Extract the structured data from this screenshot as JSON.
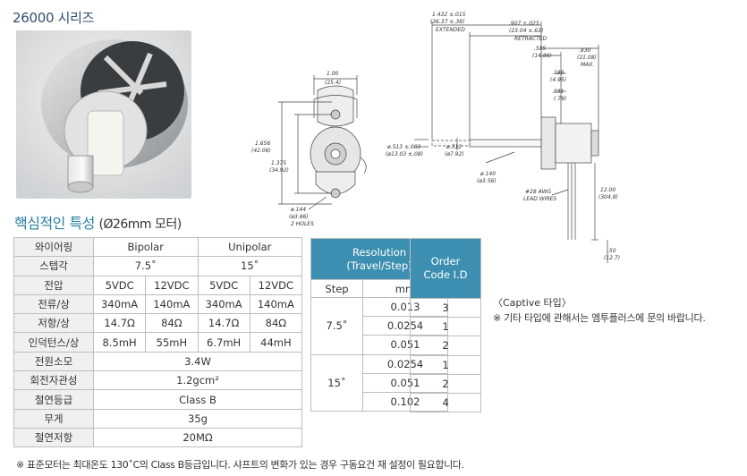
{
  "series_title": "26000 시리즈",
  "section": {
    "title": "핵심적인 특성",
    "subtitle": "(Ø26mm 모터)"
  },
  "spec": {
    "rows": {
      "wiring": {
        "label": "와이어링",
        "bipolar": "Bipolar",
        "unipolar": "Unipolar"
      },
      "step_angle": {
        "label": "스텝각",
        "bipolar": "7.5˚",
        "unipolar": "15˚"
      },
      "voltage": {
        "label": "전압",
        "v": [
          "5VDC",
          "12VDC",
          "5VDC",
          "12VDC"
        ]
      },
      "current": {
        "label": "전류/상",
        "v": [
          "340mA",
          "140mA",
          "340mA",
          "140mA"
        ]
      },
      "resistance": {
        "label": "저항/상",
        "v": [
          "14.7Ω",
          "84Ω",
          "14.7Ω",
          "84Ω"
        ]
      },
      "inductance": {
        "label": "인덕턴스/상",
        "v": [
          "8.5mH",
          "55mH",
          "6.7mH",
          "44mH"
        ]
      },
      "power": {
        "label": "전원소모",
        "value": "3.4W"
      },
      "inertia": {
        "label": "회전자관성",
        "value": "1.2gcm²"
      },
      "insulation_class": {
        "label": "절연등급",
        "value": "Class B"
      },
      "weight": {
        "label": "무게",
        "value": "35g"
      },
      "insulation_resistance": {
        "label": "절연저항",
        "value": "20MΩ"
      }
    }
  },
  "resolution": {
    "header": "Resolution",
    "header2": "(Travel/Step)",
    "col_step": "Step",
    "col_mm": "mm",
    "groups": [
      {
        "step": "7.5˚",
        "mm": [
          "0.013",
          "0.0254",
          "0.051"
        ]
      },
      {
        "step": "15˚",
        "mm": [
          "0.0254",
          "0.051",
          "0.102"
        ]
      }
    ],
    "order_header": "Order",
    "order_header2": "Code I.D",
    "order_codes": [
      "3",
      "1",
      "2",
      "1",
      "2",
      "4"
    ]
  },
  "captive": {
    "title": "〈Captive 타입〉",
    "note": "※ 기타 타입에 관해서는 엠투플러스에 문의 바랍니다."
  },
  "footnote": "※ 표준모터는 최대온도 130˚C의 Class B등급입니다. 샤프트의 변화가 있는 경우 구동요건 재 설정이 필요합니다.",
  "drawing": {
    "dim_1432": "1.432 ±.015",
    "dim_1432_mm": "(36.37 ±.38)",
    "extended": "EXTENDED",
    "dim_907": ".907 ±.025",
    "dim_907_mm": "(23.04 ±.63)",
    "retracted": "RETRACTED",
    "dim_830": ".830",
    "dim_830_mm": "(21.08)",
    "max": "MAX.",
    "dim_585": ".585",
    "dim_585_mm": "(14.86)",
    "dim_198": ".198",
    "dim_198_mm": "(4.95)",
    "dim_031": ".031",
    "dim_031_mm": "(.79)",
    "dim_100": "1.00",
    "dim_100_mm": "(25.4)",
    "dim_1656": "1.656",
    "dim_1656_mm": "(42.06)",
    "dim_1375": "1.375",
    "dim_1375_mm": "(34.92)",
    "dim_513": "ø.513 ±.003",
    "dim_513_mm": "(ø13.03 ±.08)",
    "dim_312": "ø.312",
    "dim_312_mm": "(ø7.92)",
    "dim_140": "ø.140",
    "dim_140_mm": "(ø3.56)",
    "dim_144": "ø.144",
    "dim_144_mm": "(ø3.66)",
    "holes": "2 HOLES",
    "lead1": "#28 AWG",
    "lead2": "LEAD WIRES",
    "dim_1200": "12.00",
    "dim_1200_mm": "(304.8)",
    "dim_50": ".50",
    "dim_50_mm": "(12.7)"
  },
  "colors": {
    "accent": "#3c8fb0",
    "title": "#2a7fa3",
    "header_bg": "#f0f0f0"
  }
}
